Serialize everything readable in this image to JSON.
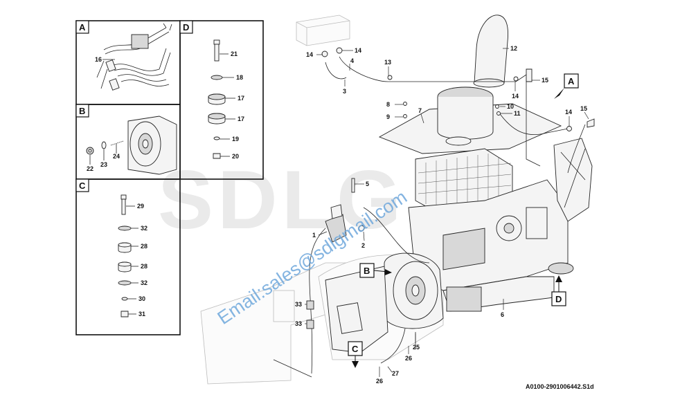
{
  "watermark": {
    "logo_text": "SDLG",
    "email_text": "Email:sales@sdlgmail.com"
  },
  "doc_id": "A0100-2901006442.S1d",
  "detail_boxes": [
    {
      "key": "A",
      "label": "A"
    },
    {
      "key": "B",
      "label": "B"
    },
    {
      "key": "C",
      "label": "C"
    },
    {
      "key": "D",
      "label": "D"
    }
  ],
  "view_markers": [
    {
      "key": "A",
      "label": "A"
    },
    {
      "key": "B",
      "label": "B"
    },
    {
      "key": "C",
      "label": "C"
    },
    {
      "key": "D",
      "label": "D"
    }
  ],
  "callouts": {
    "box_a": [
      "16"
    ],
    "box_b": [
      "22",
      "23",
      "24"
    ],
    "box_c": [
      "29",
      "32",
      "28",
      "28",
      "32",
      "30",
      "31"
    ],
    "box_d": [
      "21",
      "18",
      "17",
      "17",
      "19",
      "20"
    ],
    "main": [
      "14",
      "14",
      "4",
      "3",
      "13",
      "12",
      "15",
      "14",
      "8",
      "9",
      "7",
      "10",
      "11",
      "14",
      "15",
      "5",
      "1",
      "2",
      "6",
      "33",
      "33",
      "25",
      "26",
      "26",
      "27"
    ]
  }
}
